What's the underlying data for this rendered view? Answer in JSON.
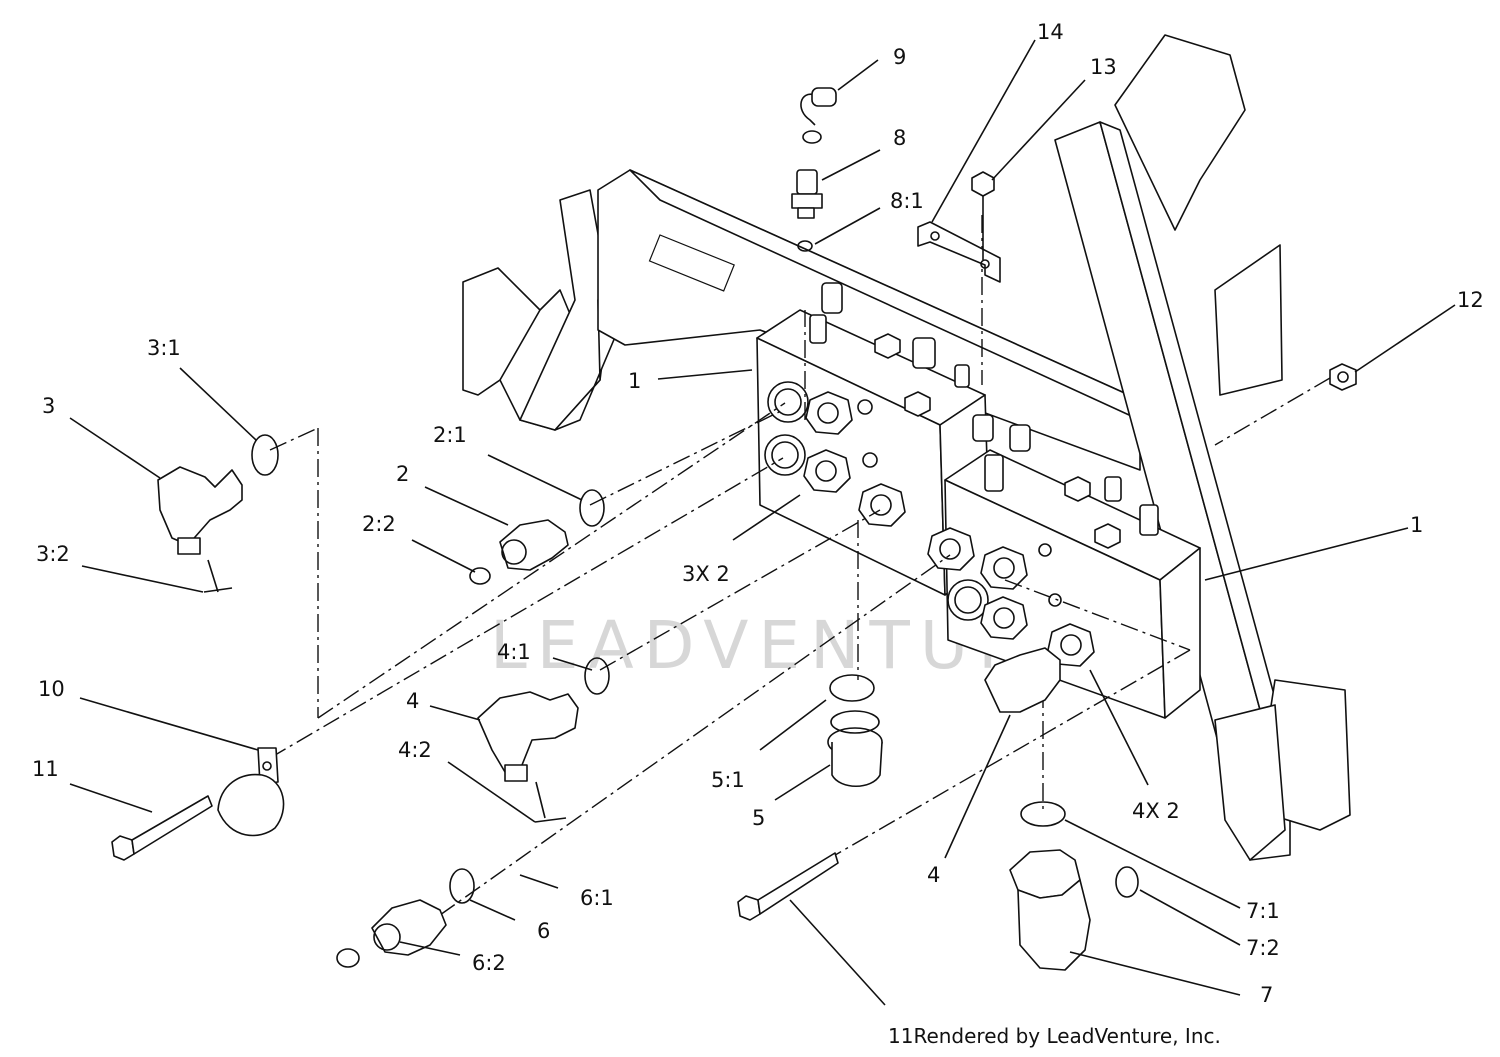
{
  "watermark": "LEADVENTURE",
  "credit": "11Rendered by LeadVenture, Inc.",
  "callouts": {
    "c9": "9",
    "c8": "8",
    "c8_1": "8:1",
    "c14": "14",
    "c13": "13",
    "c12": "12",
    "c1a": "1",
    "c1b": "1",
    "c3_1": "3:1",
    "c3": "3",
    "c3_2": "3:2",
    "c2_1": "2:1",
    "c2": "2",
    "c2_2": "2:2",
    "c3x2": "3X 2",
    "c4_1": "4:1",
    "c4a": "4",
    "c4_2": "4:2",
    "c10": "10",
    "c11": "11",
    "c5_1": "5:1",
    "c5": "5",
    "c6_1": "6:1",
    "c6": "6",
    "c6_2": "6:2",
    "c4b": "4",
    "c4x2": "4X 2",
    "c7_1": "7:1",
    "c7_2": "7:2",
    "c7": "7"
  }
}
